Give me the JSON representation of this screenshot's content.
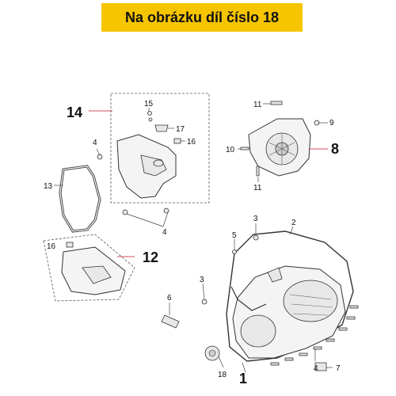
{
  "header": {
    "title": "Na obrázku díl číslo 18"
  },
  "callouts": {
    "n1": "1",
    "n2": "2",
    "n3a": "3",
    "n3b": "3",
    "n4a": "4",
    "n4b": "4",
    "n4c": "4",
    "n5": "5",
    "n6": "6",
    "n7": "7",
    "n8": "8",
    "n9": "9",
    "n10": "10",
    "n11a": "11",
    "n11b": "11",
    "n12": "12",
    "n13": "13",
    "n14": "14",
    "n15": "15",
    "n16a": "16",
    "n16b": "16",
    "n17": "17",
    "n18": "18"
  },
  "colors": {
    "banner": "#f7c400",
    "leader": "#c8102e"
  }
}
